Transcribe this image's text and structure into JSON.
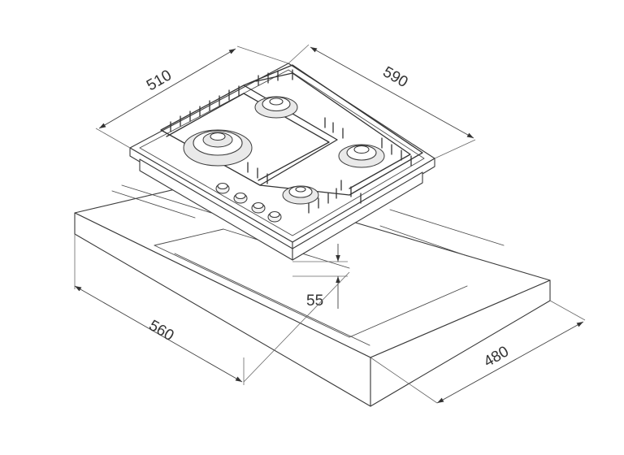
{
  "dimensions": {
    "hob_depth": "510",
    "hob_width": "590",
    "hob_height": "55",
    "cutout_width": "560",
    "cutout_depth": "480"
  },
  "colors": {
    "line": "#3a3a3a",
    "background": "#ffffff",
    "shade": "#e9e9e9"
  }
}
